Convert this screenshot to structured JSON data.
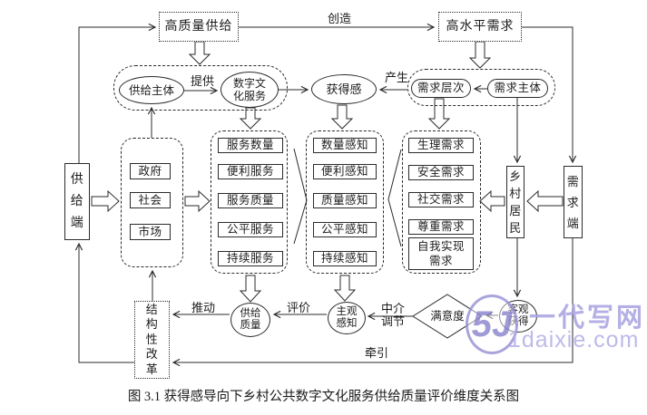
{
  "caption": "图 3.1 获得感导向下乡村公共数字文化服务供给质量评价维度关系图",
  "colors": {
    "line": "#2b2b2b",
    "watermark": "#a7a2e0"
  },
  "nodes": {
    "high_quality_supply": "高质量供给",
    "high_level_demand": "高水平需求",
    "supply_subject": "供给主体",
    "digital_culture_service": "数字文\n化服务",
    "sense_of_gain": "获得感",
    "demand_level": "需求层次",
    "demand_subject": "需求主体",
    "supply_side": "供\n给\n端",
    "government": "政府",
    "society": "社会",
    "market": "市场",
    "service_quantity": "服务数量",
    "convenient_service": "便利服务",
    "service_quality": "服务质量",
    "fair_service": "公平服务",
    "sustainable_service": "持续服务",
    "quantity_perception": "数量感知",
    "convenience_perception": "便利感知",
    "quality_perception": "质量感知",
    "fairness_perception": "公平感知",
    "sustainability_perception": "持续感知",
    "physiological_need": "生理需求",
    "safety_need": "安全需求",
    "social_need": "社交需求",
    "esteem_need": "尊重需求",
    "self_actualization_need": "自我实现\n需求",
    "rural_residents": "乡\n村\n居\n民",
    "demand_side": "需\n求\n端",
    "structural_reform": "结\n构\n性\n改\n革",
    "supply_quality": "供给\n质量",
    "subjective_perception": "主观\n感知",
    "satisfaction": "满意度",
    "objective_gain": "客观\n获得"
  },
  "edge_labels": {
    "create": "创造",
    "provide": "提供",
    "produce": "产生",
    "push": "推动",
    "evaluate": "评价",
    "mediate": "中介\n调节",
    "pull": "牵引"
  },
  "watermark": {
    "logo": "5J",
    "site_name": "一代写网",
    "site_url": "1daixie.com"
  }
}
